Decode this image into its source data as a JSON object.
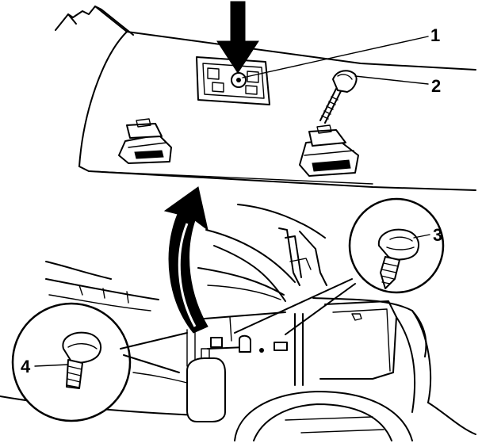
{
  "diagram": {
    "callouts": [
      {
        "id": "1",
        "label": "1"
      },
      {
        "id": "2",
        "label": "2"
      },
      {
        "id": "3",
        "label": "3"
      },
      {
        "id": "4",
        "label": "4"
      }
    ],
    "colors": {
      "ink": "#000000",
      "paper": "#ffffff"
    },
    "icons": [
      "down-arrow-icon",
      "curved-arrow-icon",
      "screw-icon",
      "bolt-icon",
      "clip-icon",
      "magnifier-circle-icon"
    ]
  }
}
